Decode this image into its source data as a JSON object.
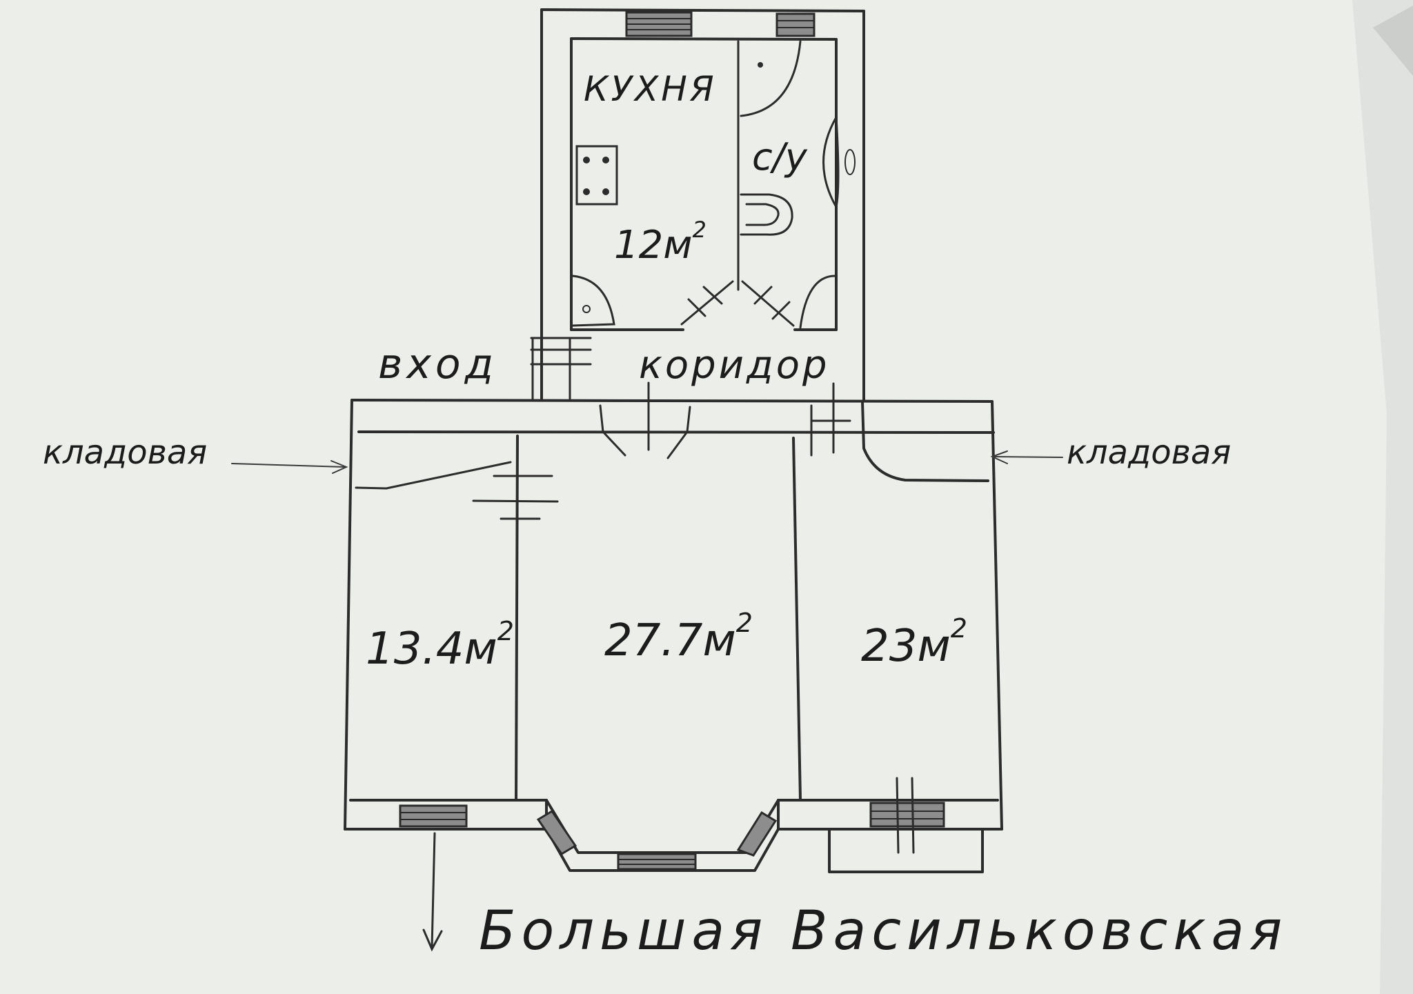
{
  "rooms": {
    "kitchen": {
      "label": "КУХНЯ",
      "area": "12м",
      "exp": "2"
    },
    "bathroom": {
      "label": "с/у"
    },
    "corridor": {
      "label": "коридор"
    },
    "entrance": {
      "label": "вход"
    },
    "room_left": {
      "area": "13.4м",
      "exp": "2"
    },
    "room_center": {
      "area": "27.7м",
      "exp": "2"
    },
    "room_right": {
      "area": "23м",
      "exp": "2"
    }
  },
  "storage": {
    "left_label": "кладовая",
    "right_label": "кладовая"
  },
  "street": {
    "name": "Большая Васильковская"
  },
  "colors": {
    "paper": "#eceeea",
    "ink": "#2c2c2c",
    "background_edge": "#b9bcb8"
  }
}
